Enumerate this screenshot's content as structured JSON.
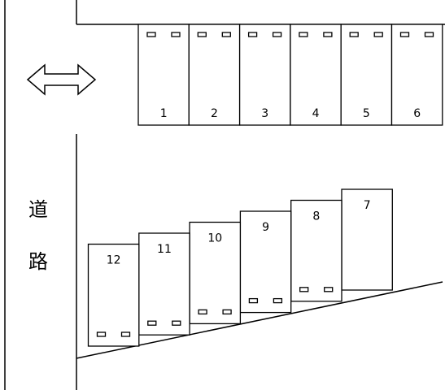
{
  "road": {
    "label_chars": [
      "道",
      "路"
    ]
  },
  "top_row": {
    "spaces": [
      {
        "number": "1"
      },
      {
        "number": "2"
      },
      {
        "number": "3"
      },
      {
        "number": "4"
      },
      {
        "number": "5"
      },
      {
        "number": "6"
      }
    ]
  },
  "bottom_row": {
    "spaces": [
      {
        "number": "7"
      },
      {
        "number": "8"
      },
      {
        "number": "9"
      },
      {
        "number": "10"
      },
      {
        "number": "11"
      },
      {
        "number": "12"
      }
    ]
  },
  "colors": {
    "line": "#000000",
    "background": "#ffffff"
  },
  "icons": {
    "direction": "double-arrow-icon",
    "wheel_stop": "wheel-stop-icon"
  }
}
